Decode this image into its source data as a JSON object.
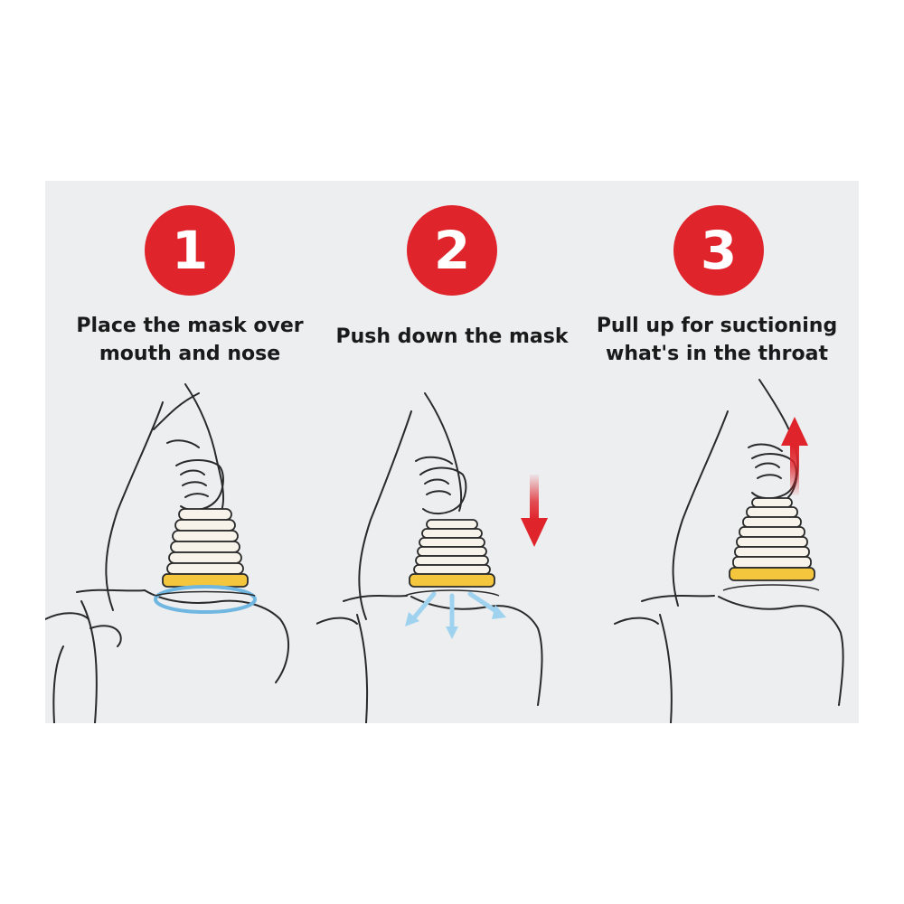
{
  "steps": [
    {
      "number": "1",
      "line1": "Place the mask over",
      "line2": "mouth and nose"
    },
    {
      "number": "2",
      "line1": "Push down the mask",
      "line2": ""
    },
    {
      "number": "3",
      "line1": "Pull up for suctioning",
      "line2": "what's in the throat"
    }
  ],
  "colors": {
    "badge": "#e0242b",
    "panel": "#eceef0",
    "arrow": "#e0242b",
    "mask_ring": "#f3c63d",
    "mask_rim": "#6fb6e0",
    "flow_arrow": "#9fd2ee"
  },
  "icons": {
    "step1": "hand-pressing-mask-on-face",
    "step2": "hand-pushing-mask-down",
    "step3": "hand-pulling-mask-up",
    "down": "red-down-arrow",
    "up": "red-up-arrow"
  }
}
